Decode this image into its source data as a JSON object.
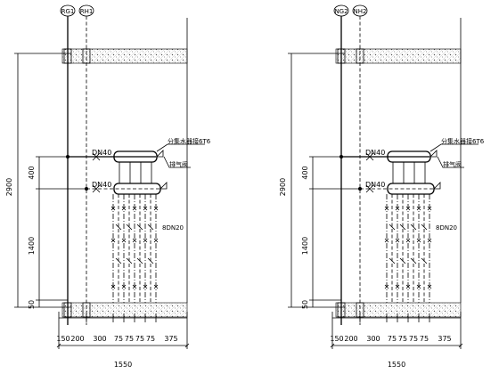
{
  "panels": [
    {
      "riser_labels": [
        "RG1",
        "RH1"
      ],
      "pipe_labels": [
        "DN40",
        "DN40"
      ],
      "manifold_note": "分集水器接6T6",
      "vent_note": "排气阀",
      "branch_label": "8DN20",
      "v_dims": [
        "2900",
        "400",
        "1400",
        "50"
      ],
      "h_dims": [
        "150",
        "200",
        "300",
        "75",
        "75",
        "75",
        "75",
        "375"
      ],
      "total": "1550"
    },
    {
      "riser_labels": [
        "NG2",
        "NH2"
      ],
      "pipe_labels": [
        "DN40",
        "DN40"
      ],
      "manifold_note": "分集水器接6T6",
      "vent_note": "排气阀",
      "branch_label": "8DN20",
      "v_dims": [
        "2900",
        "400",
        "1400",
        "50"
      ],
      "h_dims": [
        "150",
        "200",
        "300",
        "75",
        "75",
        "75",
        "75",
        "375"
      ],
      "total": "1550"
    }
  ]
}
